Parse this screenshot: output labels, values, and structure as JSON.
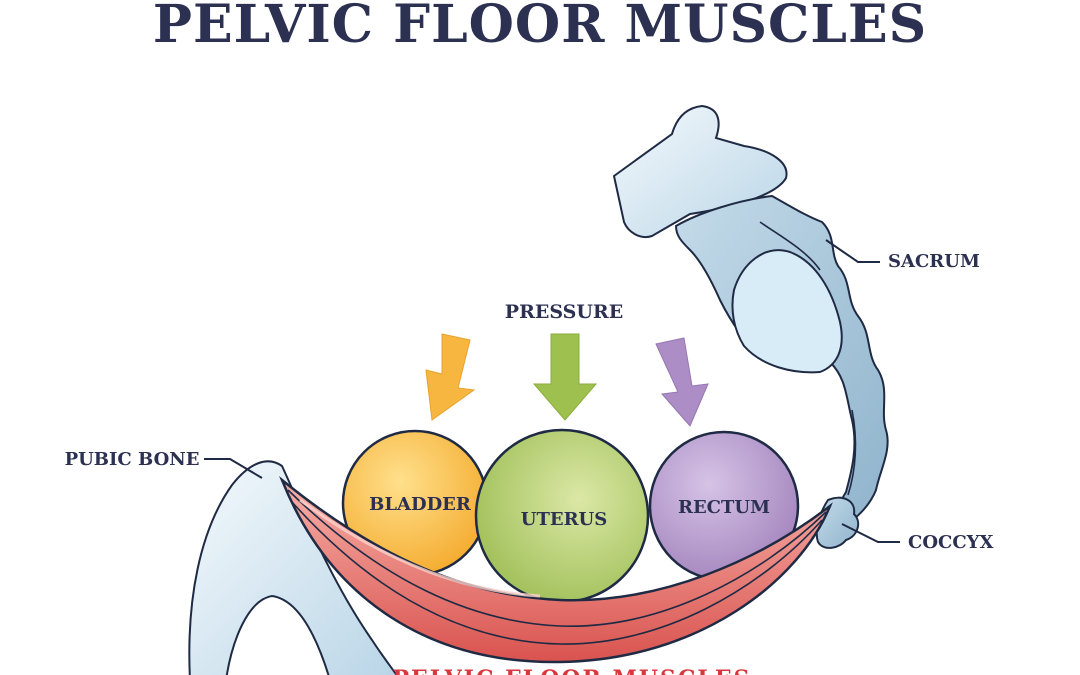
{
  "title": "PELVIC FLOOR MUSCLES",
  "labels": {
    "pressure": "PRESSURE",
    "pubic_bone": "PUBIC BONE",
    "sacrum": "SACRUM",
    "coccyx": "COCCYX",
    "bladder": "BLADDER",
    "uterus": "UTERUS",
    "rectum": "RECTUM",
    "muscles": "PELVIC FLOOR MUSCLES"
  },
  "colors": {
    "title": "#2c3152",
    "text": "#2c3152",
    "outline": "#1f2a44",
    "arrow_orange": "#f6b640",
    "arrow_green": "#9ec04f",
    "arrow_purple": "#ad8dc6",
    "bladder": "#f6b53c",
    "uterus": "#a9c662",
    "rectum": "#a989c2",
    "muscle": "#e8686a",
    "bone": "#b7d2e4",
    "muscles_label": "#d8383d"
  }
}
